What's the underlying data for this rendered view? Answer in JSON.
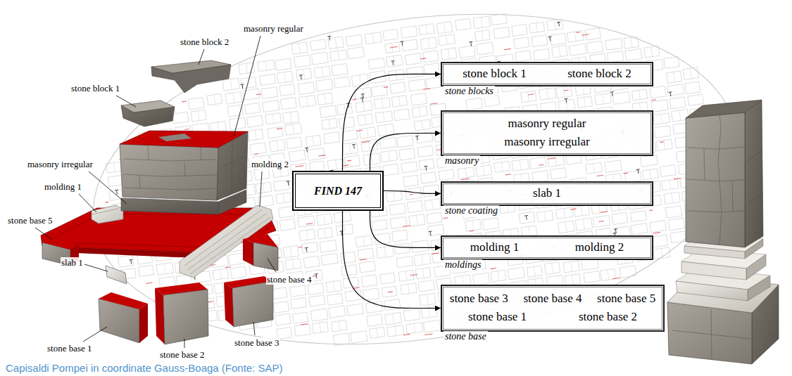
{
  "diagram": {
    "caption": "Capisaldi Pompei in coordinate Gauss-Boaga (Fonte: SAP)",
    "nodes": [
      {
        "text": [
          "FIND 147"
        ]
      },
      {
        "text": [
          "stone block 1",
          "stone block 2",
          "stone blocks"
        ]
      },
      {
        "text": [
          "masonry regular",
          "masonry irregular",
          "masonry"
        ]
      },
      {
        "text": [
          "slab 1",
          "stone coating"
        ]
      },
      {
        "text": [
          "molding 1",
          "molding 2",
          "moldings"
        ]
      },
      {
        "text": [
          "stone base 3",
          "stone base 4",
          "stone base 5",
          "stone base 1",
          "stone base 2",
          "stone base"
        ]
      }
    ],
    "edges": [
      {
        "from": 0,
        "to": 1,
        "arrow": "to"
      },
      {
        "from": 0,
        "to": 2,
        "arrow": "to"
      },
      {
        "from": 0,
        "to": 3,
        "arrow": "to"
      },
      {
        "from": 0,
        "to": 4,
        "arrow": "to"
      },
      {
        "from": 0,
        "to": 5,
        "arrow": "to"
      }
    ],
    "labels": [
      "masonry regular",
      "stone block 2",
      "stone block 1",
      "masonry irregular",
      "molding 2",
      "molding 1",
      "stone base 5",
      "slab 1",
      "stone base 4",
      "stone base 3",
      "stone base 1",
      "stone base 2"
    ]
  }
}
